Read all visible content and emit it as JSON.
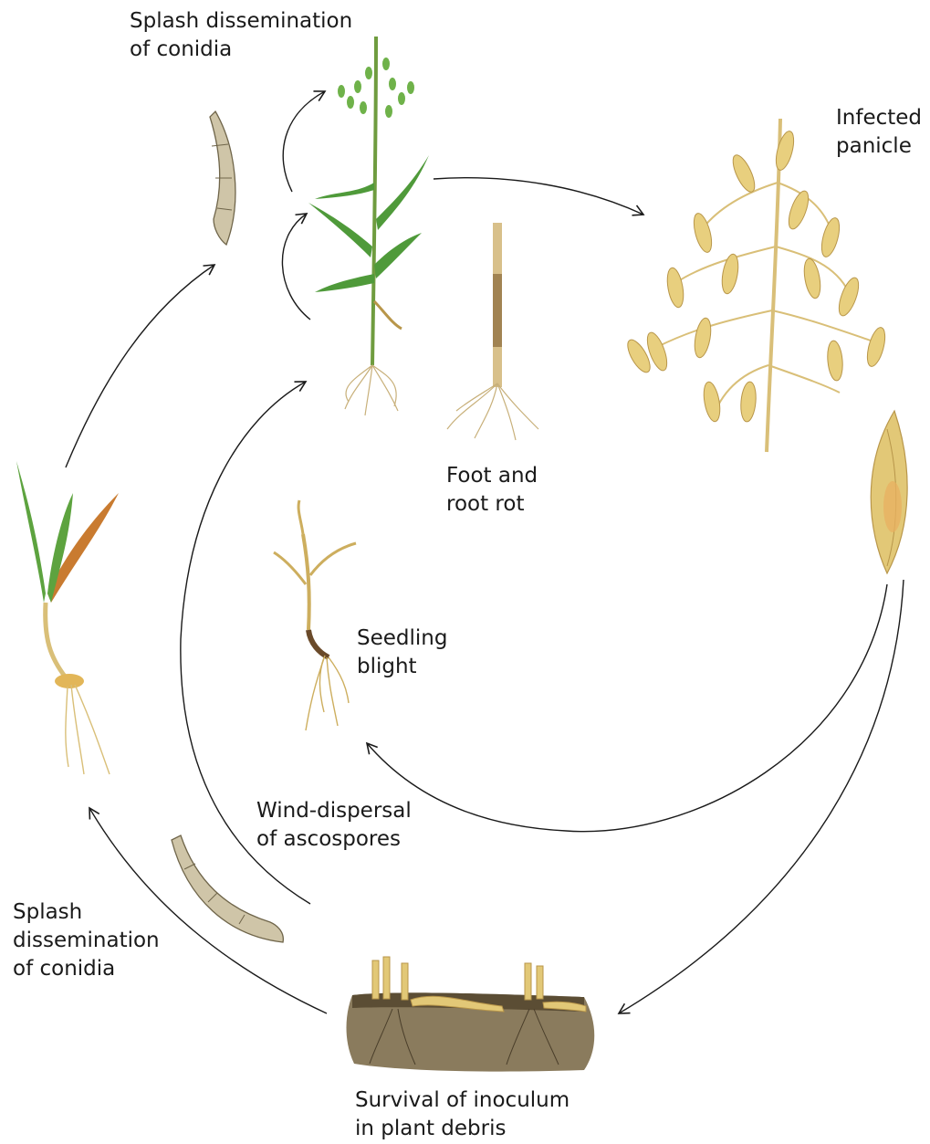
{
  "labels": {
    "splash_top": {
      "line1": "Splash dissemination",
      "line2": "of conidia"
    },
    "infected_panicle": {
      "line1": "Infected",
      "line2": "panicle"
    },
    "foot_root_rot": {
      "line1": "Foot and",
      "line2": "root rot"
    },
    "seedling_blight": {
      "line1": "Seedling",
      "line2": "blight"
    },
    "wind_dispersal": {
      "line1": "Wind-dispersal",
      "line2": "of ascospores"
    },
    "splash_left": {
      "line1": "Splash",
      "line2": "dissemination",
      "line3": "of conidia"
    },
    "survival": {
      "line1": "Survival of inoculum",
      "line2": "in plant debris"
    }
  },
  "colors": {
    "arrow": "#1a1a1a",
    "leaf_green": "#4f9a3a",
    "straw": "#e2c877",
    "straw_dark": "#b8964a",
    "soil": "#7a6a4f",
    "spore": "#cfc5a8"
  }
}
